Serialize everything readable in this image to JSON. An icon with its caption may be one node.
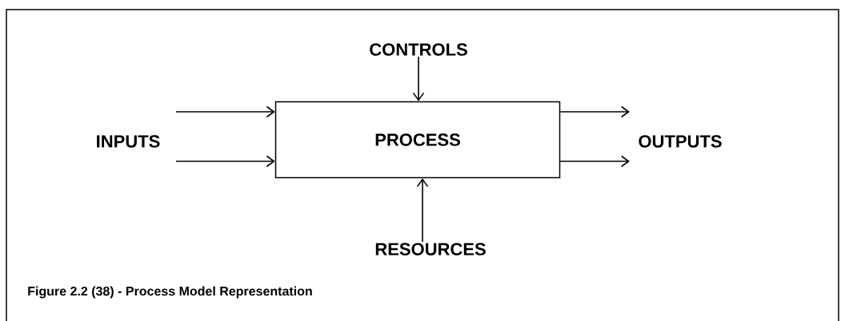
{
  "diagram": {
    "caption": "Figure 2.2 (38) - Process Model Representation",
    "nodes": [
      {
        "text": [
          "PROCESS"
        ]
      },
      {
        "text": [
          "CONTROLS"
        ]
      },
      {
        "text": [
          "RESOURCES"
        ]
      }
    ],
    "edges": [
      {
        "from": null,
        "to": 0,
        "arrow": "to"
      },
      {
        "from": null,
        "to": 0,
        "arrow": "to"
      },
      {
        "from": 0,
        "to": null,
        "arrow": "to"
      },
      {
        "from": 0,
        "to": null,
        "arrow": "to"
      },
      {
        "from": 1,
        "to": 0,
        "arrow": "to"
      },
      {
        "from": 2,
        "to": 0,
        "arrow": "to"
      }
    ],
    "labels": [
      "INPUTS",
      "OUTPUTS"
    ]
  }
}
